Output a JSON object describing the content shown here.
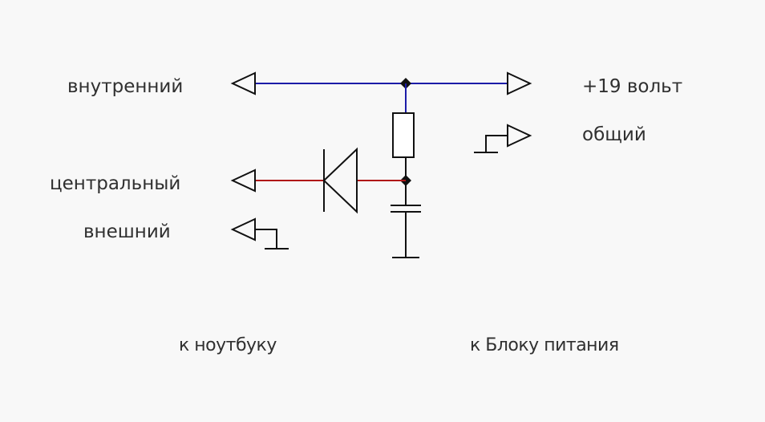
{
  "labels": {
    "internal": "внутренний",
    "plus19": "+19 вольт",
    "common": "общий",
    "central": "центральный",
    "external": "внешний",
    "to_laptop": "к ноутбуку",
    "to_psu": "к Блоку питания"
  },
  "colors": {
    "wire_positive": "#1c1ca8",
    "wire_signal": "#b01818",
    "stroke": "#111111",
    "text": "#303030",
    "background": "#f8f8f8"
  },
  "components": [
    "resistor",
    "diode",
    "capacitor",
    "junction",
    "junction"
  ]
}
